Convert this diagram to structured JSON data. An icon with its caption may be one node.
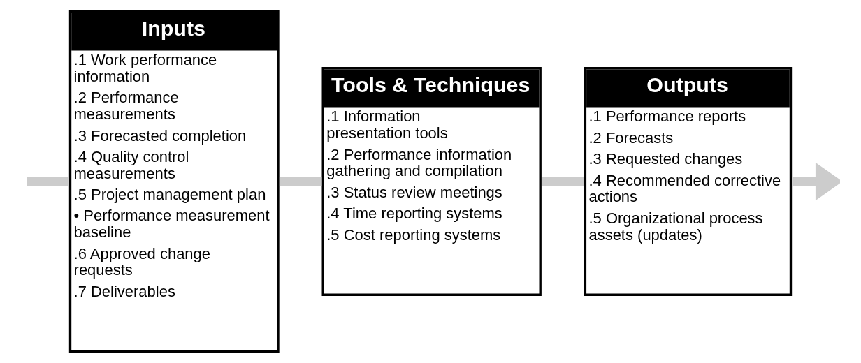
{
  "diagram": {
    "nodes": [
      {
        "text": [
          "Inputs",
          ".1 Work performance information",
          ".2 Performance measurements",
          ".3 Forecasted completion",
          ".4 Quality control measurements",
          ".5 Project management plan",
          "• Performance measurement baseline",
          ".6 Approved change requests",
          ".7 Deliverables"
        ]
      },
      {
        "text": [
          "Tools & Techniques",
          ".1 Information presentation tools",
          ".2 Performance information gathering and compilation",
          ".3 Status review meetings",
          ".4 Time reporting systems",
          ".5 Cost reporting systems"
        ]
      },
      {
        "text": [
          "Outputs",
          ".1 Performance reports",
          ".2 Forecasts",
          ".3 Requested changes",
          ".4 Recommended corrective actions",
          ".5 Organizational process assets (updates)"
        ]
      }
    ],
    "edges": [
      {
        "from": null,
        "to": 0,
        "arrow": "none"
      },
      {
        "from": 0,
        "to": 1,
        "arrow": "none"
      },
      {
        "from": 1,
        "to": 2,
        "arrow": "none"
      },
      {
        "from": 2,
        "to": null,
        "arrow": "to"
      }
    ]
  }
}
